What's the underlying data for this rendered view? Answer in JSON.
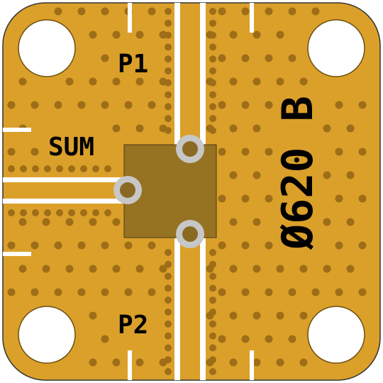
{
  "labels": {
    "port1": "P1",
    "port2": "P2",
    "sum_port": "SUM",
    "part_number": "Ø620 B"
  },
  "colors": {
    "substrate": "#DBA02A",
    "via": "#9E6D17",
    "hole": "#FFFFFF",
    "hole_ring": "#6B4E10",
    "trace_gap": "#FFFFFF",
    "pad": "#C7C7C7",
    "chip": "#8A6A22",
    "chip_border": "#4A3A14",
    "text": "#000000"
  }
}
